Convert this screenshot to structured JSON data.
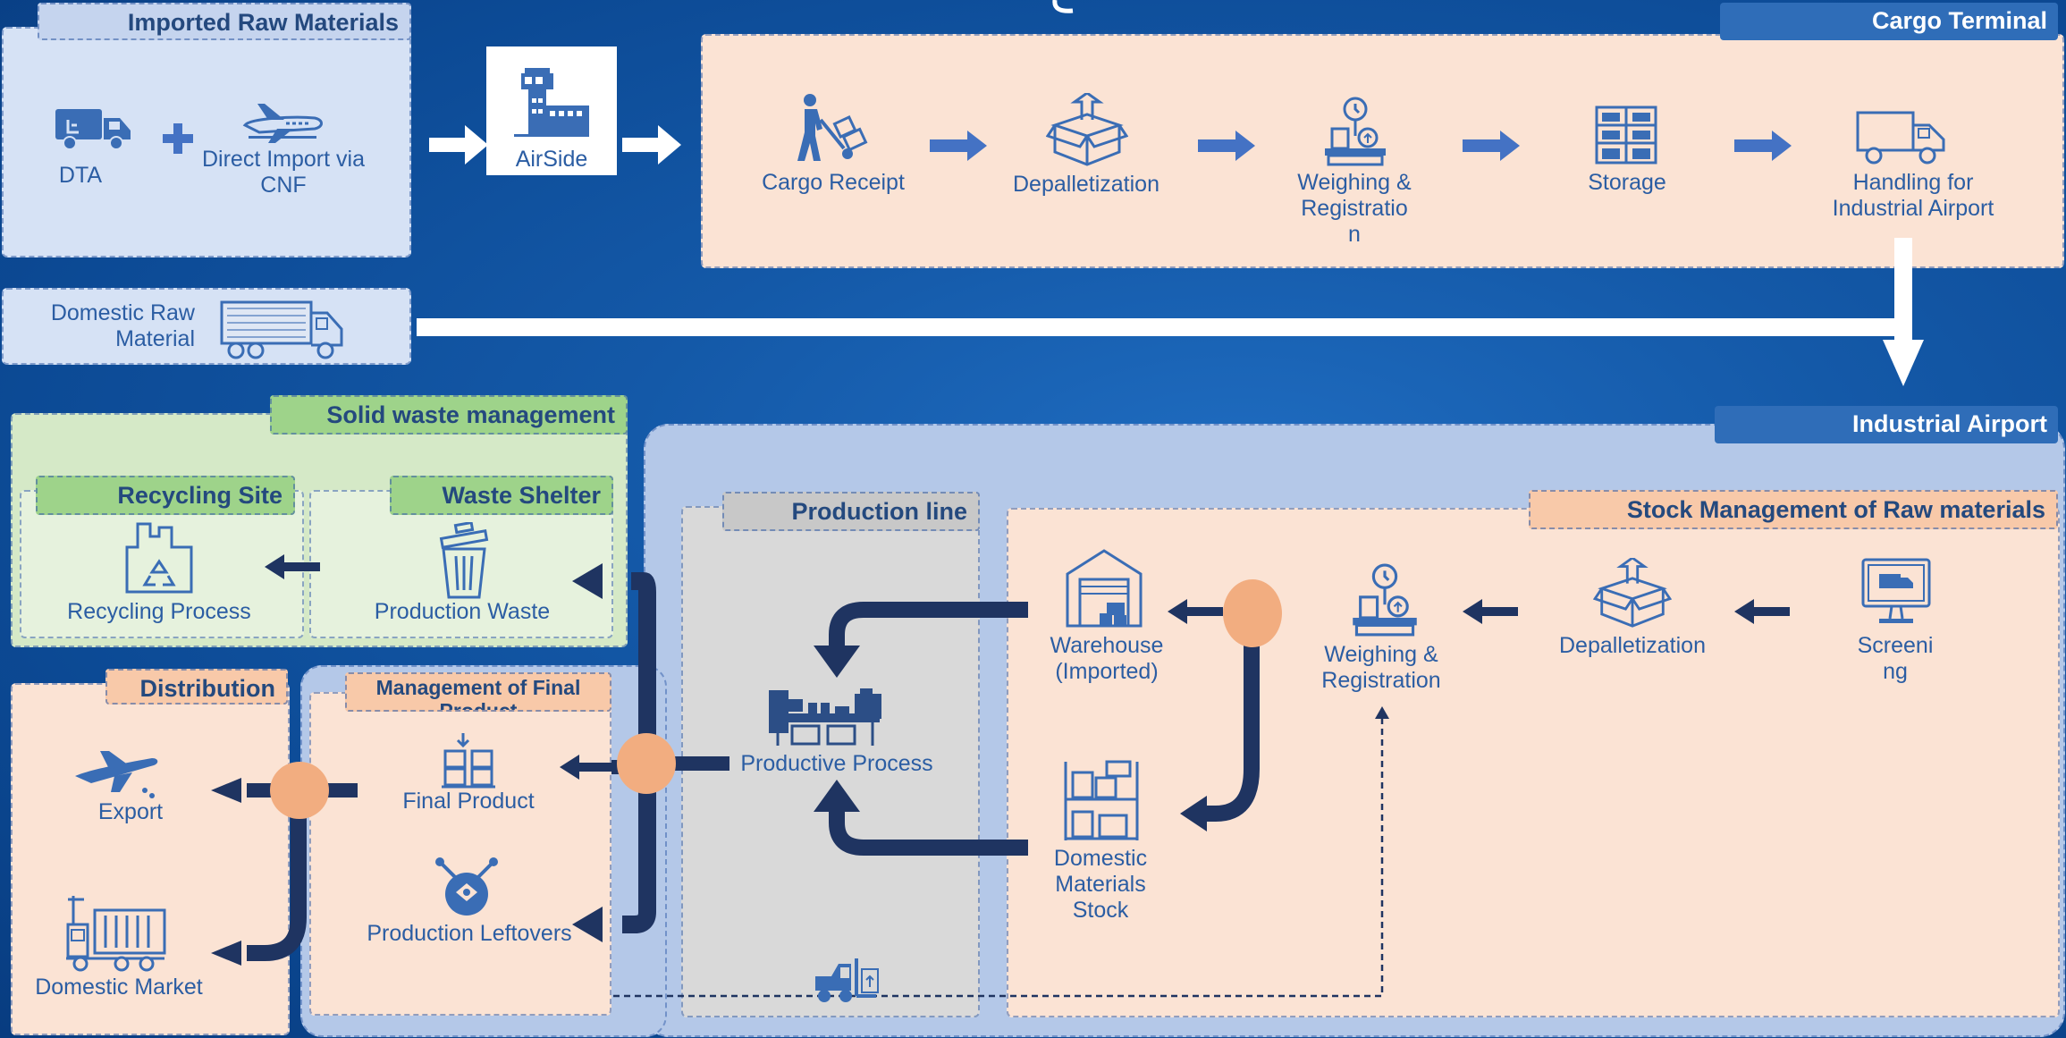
{
  "colors": {
    "accent": "#2c4e86",
    "navy": "#1f3461",
    "blue_icon": "#3a6db5",
    "peach": "#fbe3d4",
    "orange_node": "#f2ad80",
    "green": "#9ed38a",
    "tag_dark": "#2f6db8"
  },
  "imported": {
    "title": "Imported Raw Materials",
    "dta": "DTA",
    "direct": "Direct Import via CNF",
    "icons": [
      "truck-icon",
      "plus-icon",
      "airplane-icon"
    ]
  },
  "airside": {
    "label": "AirSide",
    "icon": "control-tower-icon"
  },
  "domestic_raw": {
    "label": "Domestic Raw Material",
    "icon": "truck-icon"
  },
  "cargo": {
    "title": "Cargo Terminal",
    "steps": [
      "Cargo Receipt",
      "Depalletization",
      "Weighing & Registratio n",
      "Storage",
      "Handling for Industrial Airport"
    ]
  },
  "industrial": {
    "title": "Industrial Airport"
  },
  "solid_waste": {
    "title": "Solid waste management",
    "recycling_site": "Recycling Site",
    "recycling_process": "Recycling Process",
    "waste_shelter": "Waste Shelter",
    "production_waste": "Production Waste"
  },
  "production_line": {
    "title": "Production line",
    "process": "Productive Process"
  },
  "stock": {
    "title": "Stock Management of Raw materials",
    "warehouse": "Warehouse (Imported)",
    "weighing": "Weighing & Registration",
    "depalletization": "Depalletization",
    "screening": "Screeni ng",
    "domestic_stock": "Domestic Materials Stock"
  },
  "final": {
    "title": "Management of Final Product",
    "final_product": "Final Product",
    "leftovers": "Production Leftovers"
  },
  "distribution": {
    "title": "Distribution",
    "export": "Export",
    "domestic_market": "Domestic Market"
  }
}
